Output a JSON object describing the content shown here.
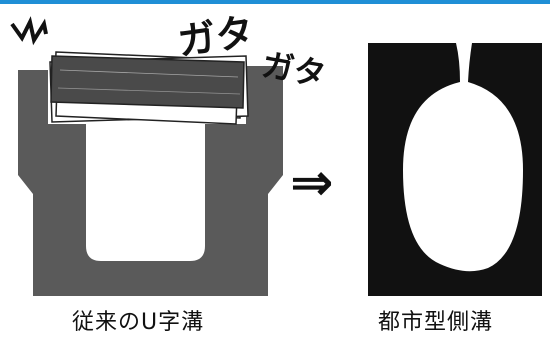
{
  "top_bar_color": "#1f8fd6",
  "left": {
    "caption": "従来のU字溝",
    "noise_text_1": "ガタ",
    "noise_text_2": "ガタ",
    "body_color": "#5a5a5a",
    "lid_color": "#4a4a4a"
  },
  "arrow": "⇒",
  "right": {
    "caption": "都市型側溝",
    "block_color": "#111111"
  }
}
